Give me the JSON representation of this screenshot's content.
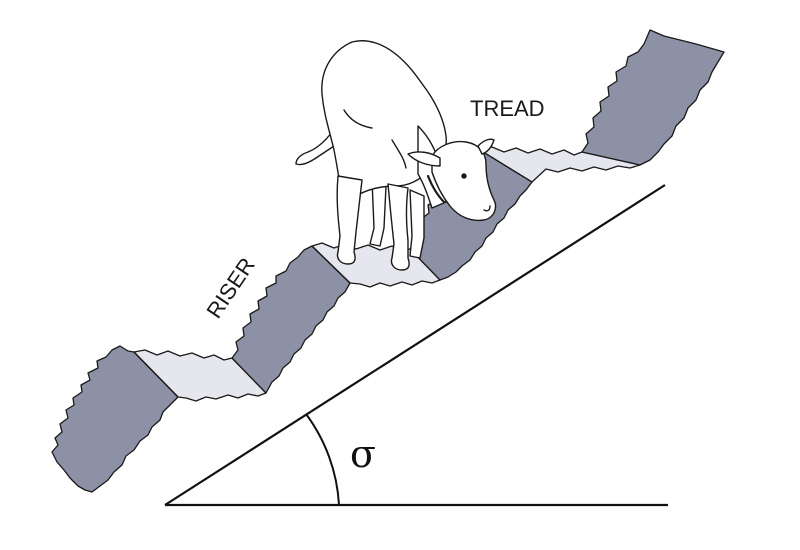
{
  "labels": {
    "tread": "TREAD",
    "riser": "RISER",
    "angle_symbol": "σ"
  },
  "colors": {
    "riser_fill": "#8c91a6",
    "tread_fill": "#e6e7ee",
    "outline": "#1a1a1a",
    "cow_fill": "#ffffff"
  },
  "icons": {
    "animal": "cow-illustration"
  }
}
